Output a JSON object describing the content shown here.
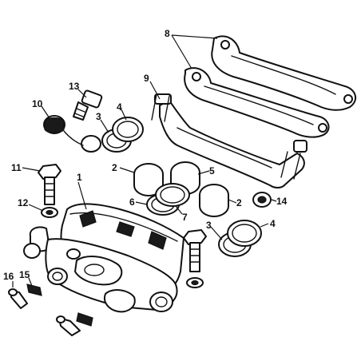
{
  "callouts": {
    "c1": "1",
    "c2a": "2",
    "c2b": "2",
    "c3a": "3",
    "c3b": "3",
    "c4a": "4",
    "c4b": "4",
    "c5": "5",
    "c6": "6",
    "c7": "7",
    "c8": "8",
    "c9": "9",
    "c10": "10",
    "c11": "11",
    "c12": "12",
    "c13": "13",
    "c14": "14",
    "c15": "15",
    "c16": "16"
  }
}
